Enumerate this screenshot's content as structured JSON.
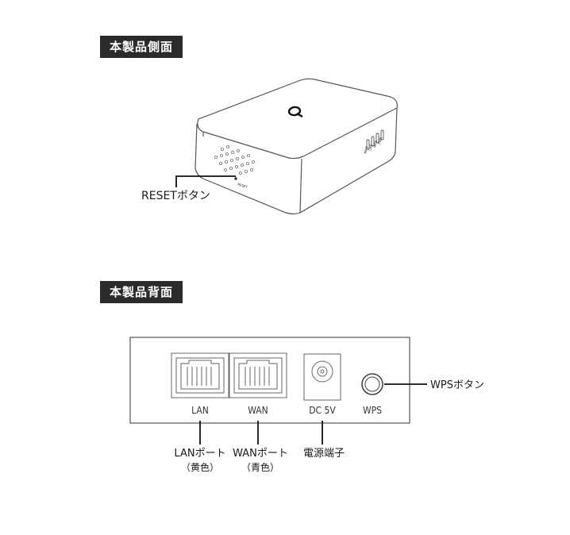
{
  "side": {
    "title": "本製品側面",
    "reset_callout": "RESETボタン",
    "reset_print": "RESET",
    "led_labels": [
      "WAN",
      "LAN",
      "WPS",
      "PWR"
    ]
  },
  "back": {
    "title": "本製品背面",
    "ports": {
      "lan": "LAN",
      "wan": "WAN",
      "dc": "DC 5V",
      "wps": "WPS"
    },
    "callouts": {
      "lan_port": "LANポート",
      "lan_color": "（黄色）",
      "wan_port": "WANポート",
      "wan_color": "（青色）",
      "power": "電源端子",
      "wps_button": "WPSボタン"
    }
  }
}
